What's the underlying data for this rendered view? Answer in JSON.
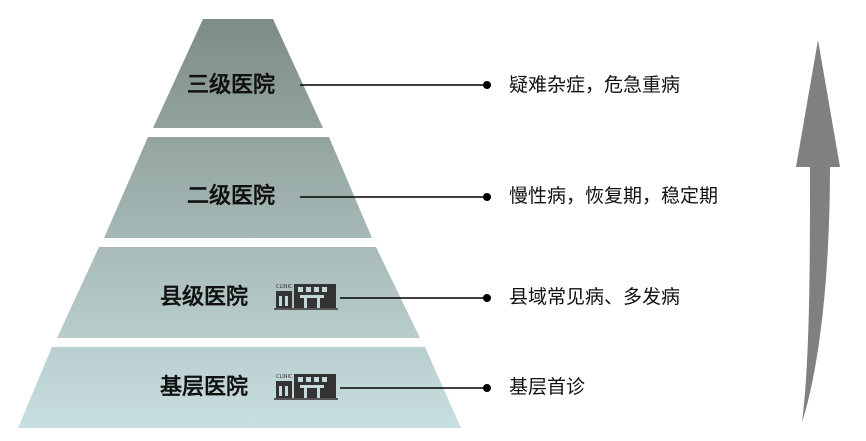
{
  "tiers": [
    {
      "label": "三级医院",
      "description": "疑难杂症，危急重病",
      "has_clinic_icon": false
    },
    {
      "label": "二级医院",
      "description": "慢性病，恢复期，稳定期",
      "has_clinic_icon": false
    },
    {
      "label": "县级医院",
      "description": "县域常见病、多发病",
      "has_clinic_icon": true
    },
    {
      "label": "基层医院",
      "description": "基层首诊",
      "has_clinic_icon": true
    }
  ],
  "clinic_icon_text": "CLINIC",
  "colors": {
    "pyramid_top": "#7e8c86",
    "pyramid_bottom": "#c8dfe0",
    "arrow": "#808080",
    "connector": "#000000"
  }
}
